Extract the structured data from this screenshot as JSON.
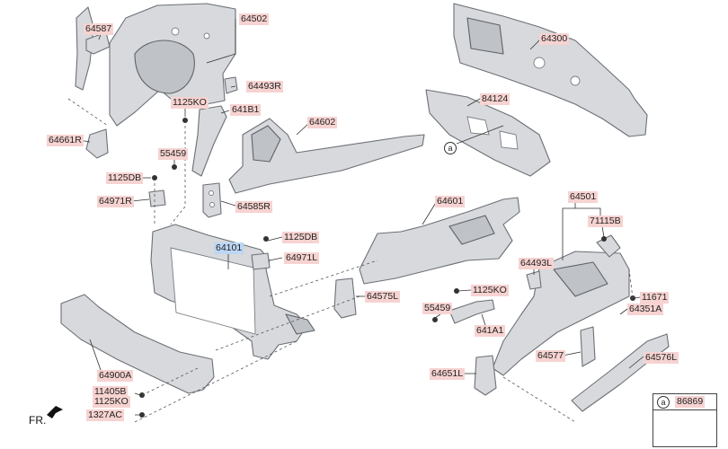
{
  "labels": {
    "l64587": "64587",
    "l64502": "64502",
    "l64493R": "64493R",
    "l1125KO_a": "1125KO",
    "l641B1": "641B1",
    "l64661R": "64661R",
    "l55459_a": "55459",
    "l1125DB_a": "1125DB",
    "l64971R": "64971R",
    "l64585R": "64585R",
    "l64602": "64602",
    "l64300": "64300",
    "l84124": "84124",
    "l64101": "64101",
    "l1125DB_b": "1125DB",
    "l64971L": "64971L",
    "l64601": "64601",
    "l64501": "64501",
    "l71115B": "71115B",
    "l64493L": "64493L",
    "l64575L": "64575L",
    "l1125KO_b": "1125KO",
    "l11671": "11671",
    "l55459_b": "55459",
    "l64351A": "64351A",
    "l641A1": "641A1",
    "l64577": "64577",
    "l64576L": "64576L",
    "l64651L": "64651L",
    "l64900A": "64900A",
    "l11405B": "11405B",
    "l1125KO_c": "1125KO",
    "l1327AC": "1327AC"
  },
  "callout": {
    "a_letter": "a",
    "legend_letter": "a",
    "legend_part": "86869"
  },
  "direction": {
    "label": "FR."
  },
  "colors": {
    "label_bg": "#f6d3d1",
    "highlight_bg": "#bcd6f3"
  },
  "icons": {
    "fr_arrow": "arrow-left-down-icon",
    "plug": "plug-clip-icon"
  }
}
